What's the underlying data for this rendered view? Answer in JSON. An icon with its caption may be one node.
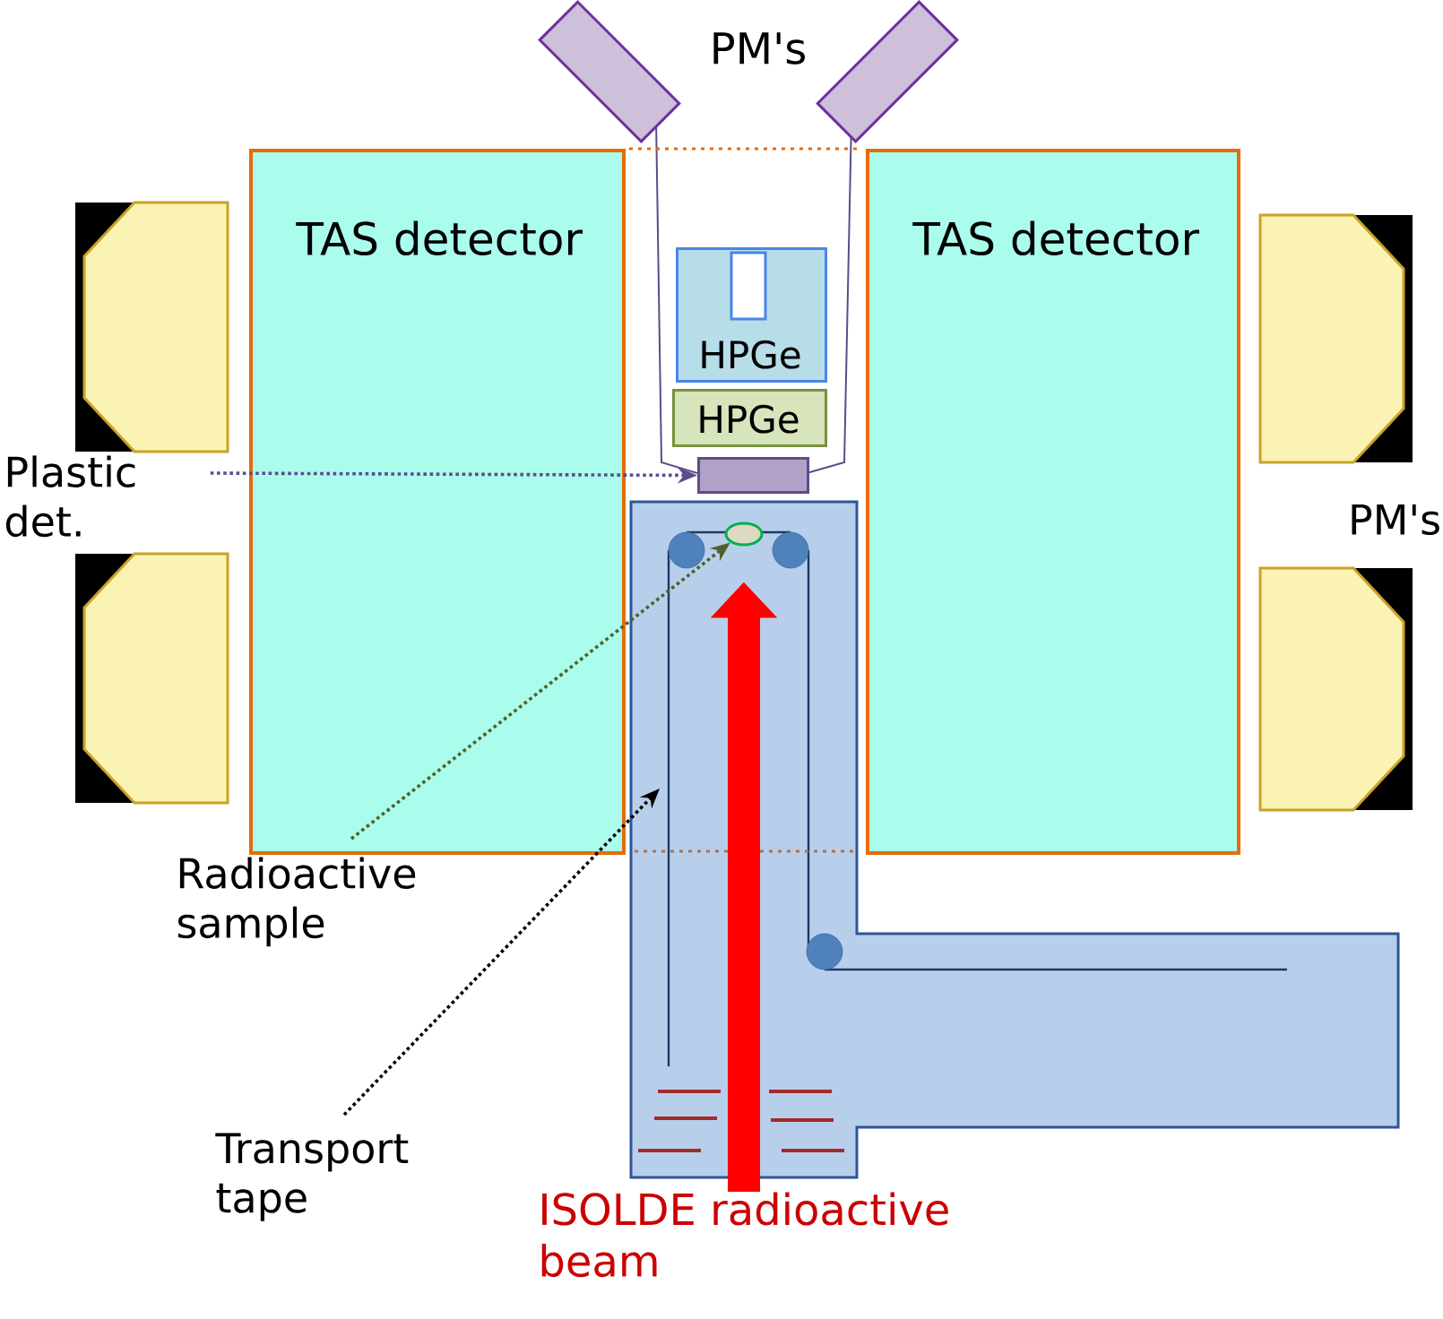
{
  "diagram": {
    "nodes": [
      {
        "text": [
          "TAS detector"
        ]
      },
      {
        "text": [
          "HPGe"
        ]
      },
      {
        "text": [
          "HPGe"
        ]
      },
      {
        "text": [
          "TAS detector"
        ]
      },
      {
        "text": [
          "Plastic det."
        ]
      },
      {
        "text": [],
        "shape": "box"
      },
      {
        "text": [],
        "shape": "circle"
      },
      {
        "text": [
          "Radioactive sample"
        ]
      },
      {
        "text": [
          "Transport tape"
        ]
      },
      {
        "text": [
          "ISOLDE radioactive beam"
        ]
      }
    ],
    "edges": [
      {
        "from": 4,
        "to": 5,
        "arrow": "to",
        "style": "dashed",
        "color": "#5f4b8b"
      },
      {
        "from": 7,
        "to": 6,
        "arrow": "to",
        "style": "dashed",
        "color": "#4f6228"
      },
      {
        "from": 8,
        "to": null,
        "arrow": "to",
        "style": "dashed",
        "color": "#000000"
      },
      {
        "from": 9,
        "to": 6,
        "arrow": "to",
        "style": "thick",
        "color": "#ff0000"
      }
    ],
    "labels": [
      "PM's",
      "PM's"
    ]
  }
}
